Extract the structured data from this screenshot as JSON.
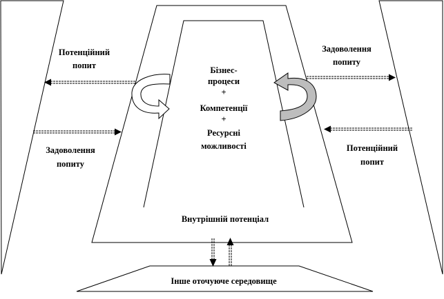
{
  "diagram": {
    "core_lines": [
      "Бізнес-",
      "процеси",
      "+",
      "Компетенції",
      "+",
      "Ресурсні",
      "можливості"
    ],
    "internal_potential": "Внутрішній потенціал",
    "environment": "Інше оточуюче середовище",
    "left_top_label": [
      "Потенційний",
      "попит"
    ],
    "left_bottom_label": [
      "Задоволення",
      "попиту"
    ],
    "right_top_label": [
      "Задоволення",
      "попиту"
    ],
    "right_bottom_label": [
      "Потенційний",
      "попит"
    ],
    "colors": {
      "stroke": "#000000",
      "curved_arrow_fill_left": "#ffffff",
      "curved_arrow_fill_right": "#bdbdbd"
    }
  }
}
